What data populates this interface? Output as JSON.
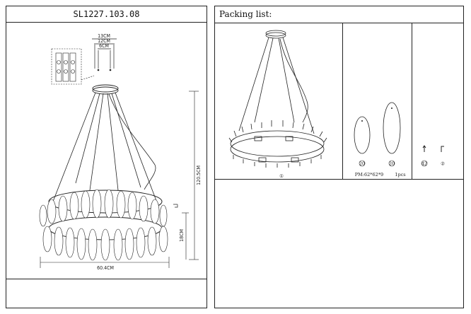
{
  "left_panel": {
    "model_code": "SL1227.103.08",
    "dimensions": {
      "canopy_outer": "13CM",
      "canopy_mid": "12CM",
      "canopy_inner": "6CM",
      "total_height": "120.5CM",
      "body_height": "18CM",
      "diameter": "60.4CM"
    }
  },
  "right_panel": {
    "title": "Packing list:",
    "items": [
      {
        "id": "fixture",
        "count_label": "①"
      },
      {
        "id": "crystal-small",
        "count_label": "20"
      },
      {
        "id": "crystal-large",
        "count_label": "20"
      },
      {
        "id": "hook-pin",
        "count_label": "42"
      },
      {
        "id": "hook-bracket",
        "count_label": "②"
      }
    ],
    "pm_note": "PM:62*62*9",
    "qty_note": "1pcs"
  }
}
